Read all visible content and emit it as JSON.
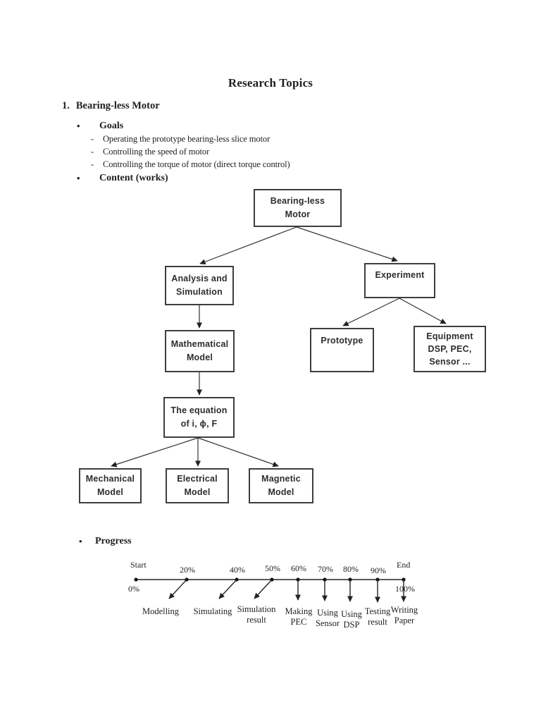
{
  "document": {
    "title": "Research Topics",
    "section": {
      "number": "1.",
      "title": "Bearing-less Motor"
    },
    "bullet_glyph": "•",
    "dash_glyph": "-",
    "goals_label": "Goals",
    "goals": [
      "Operating the prototype bearing-less slice motor",
      "Controlling the speed of motor",
      "Controlling the torque of motor (direct torque control)"
    ],
    "content_label": "Content (works)",
    "progress_label": "Progress"
  },
  "flowchart": {
    "nodes": {
      "root": {
        "line1": "Bearing-less",
        "line2": "Motor"
      },
      "analysis": {
        "line1": "Analysis and",
        "line2": "Simulation"
      },
      "experiment": {
        "line1": "Experiment"
      },
      "mathematical": {
        "line1": "Mathematical",
        "line2": "Model"
      },
      "prototype": {
        "line1": "Prototype"
      },
      "equipment": {
        "line1": "Equipment",
        "line2": "DSP, PEC,",
        "line3": "Sensor ..."
      },
      "equation": {
        "line1": "The equation",
        "line2": "of i, ϕ, F"
      },
      "mechanical": {
        "line1": "Mechanical",
        "line2": "Model"
      },
      "electrical": {
        "line1": "Electrical",
        "line2": "Model"
      },
      "magnetic": {
        "line1": "Magnetic",
        "line2": "Model"
      }
    }
  },
  "timeline": {
    "start_label": "Start",
    "end_label": "End",
    "below_start_label": "0%",
    "below_end_label": "100%",
    "percent_labels": [
      "20%",
      "40%",
      "50%",
      "60%",
      "70%",
      "80%",
      "90%"
    ],
    "milestones": [
      {
        "line1": "Modelling"
      },
      {
        "line1": "Simulating"
      },
      {
        "line1": "Simulation",
        "line2": "result"
      },
      {
        "line1": "Making",
        "line2": "PEC"
      },
      {
        "line1": "Using",
        "line2": "Sensor"
      },
      {
        "line1": "Using",
        "line2": "DSP"
      },
      {
        "line1": "Testing",
        "line2": "result"
      },
      {
        "line1": "Writing",
        "line2": "Paper"
      }
    ]
  },
  "colors": {
    "page_bg": "#ffffff",
    "text": "#1f1f1f",
    "box_border": "#3e3e3e",
    "line": "#2f2f2f"
  }
}
